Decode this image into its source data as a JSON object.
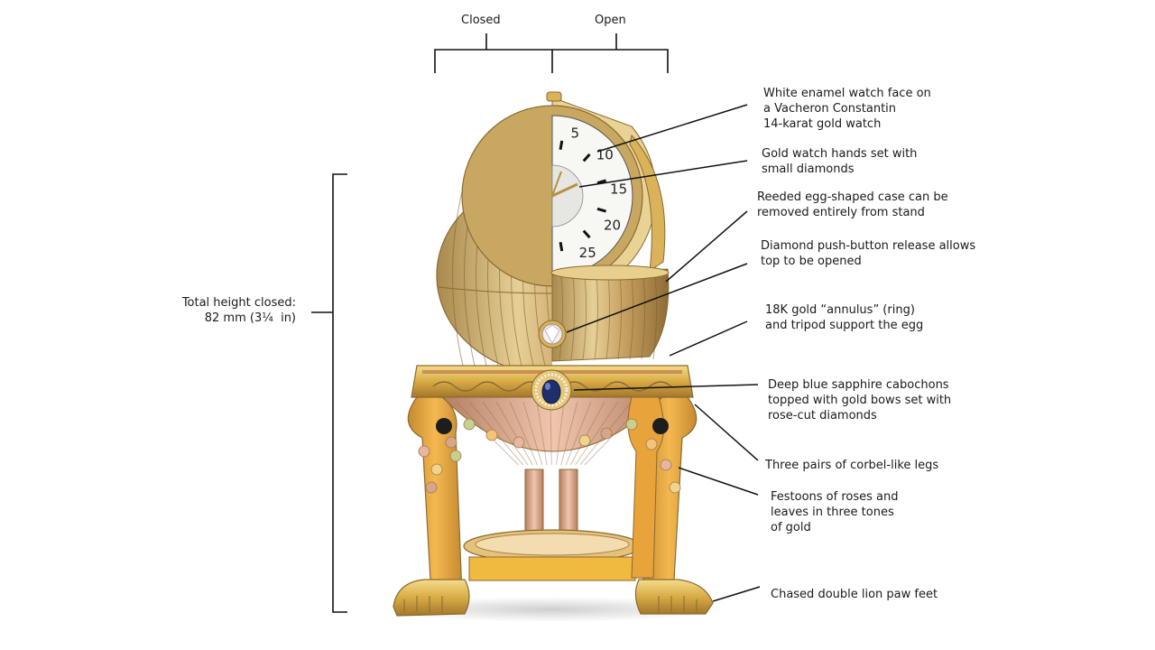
{
  "header": {
    "closed_label": "Closed",
    "open_label": "Open"
  },
  "height_note": {
    "line1": "Total height closed:",
    "line2": "82 mm (3¼  in)"
  },
  "callouts": [
    {
      "id": "watch-face",
      "text": "White enamel watch face on\na Vacheron Constantin\n14-karat gold watch"
    },
    {
      "id": "watch-hands",
      "text": "Gold watch hands set with\nsmall diamonds"
    },
    {
      "id": "egg-case",
      "text": "Reeded egg-shaped case can be\nremoved entirely from stand"
    },
    {
      "id": "push-button",
      "text": "Diamond push-button release allows\ntop to be opened"
    },
    {
      "id": "annulus",
      "text": "18K gold “annulus” (ring)\nand tripod support the egg"
    },
    {
      "id": "sapphire",
      "text": "Deep blue sapphire cabochons\ntopped with gold bows set with\nrose-cut diamonds"
    },
    {
      "id": "legs",
      "text": "Three pairs of corbel-like legs"
    },
    {
      "id": "festoons",
      "text": "Festoons of roses and\nleaves in three tones\nof gold"
    },
    {
      "id": "feet",
      "text": "Chased double lion paw feet"
    }
  ],
  "watch_numerals": [
    "5",
    "10",
    "15",
    "20",
    "25"
  ],
  "colors": {
    "gold": "#d9b25a",
    "gold_dark": "#9c7430",
    "rose_gold": "#d9a58a",
    "enamel_yellow": "#f0b940",
    "sapphire": "#1f2f6e",
    "line": "#111111"
  }
}
